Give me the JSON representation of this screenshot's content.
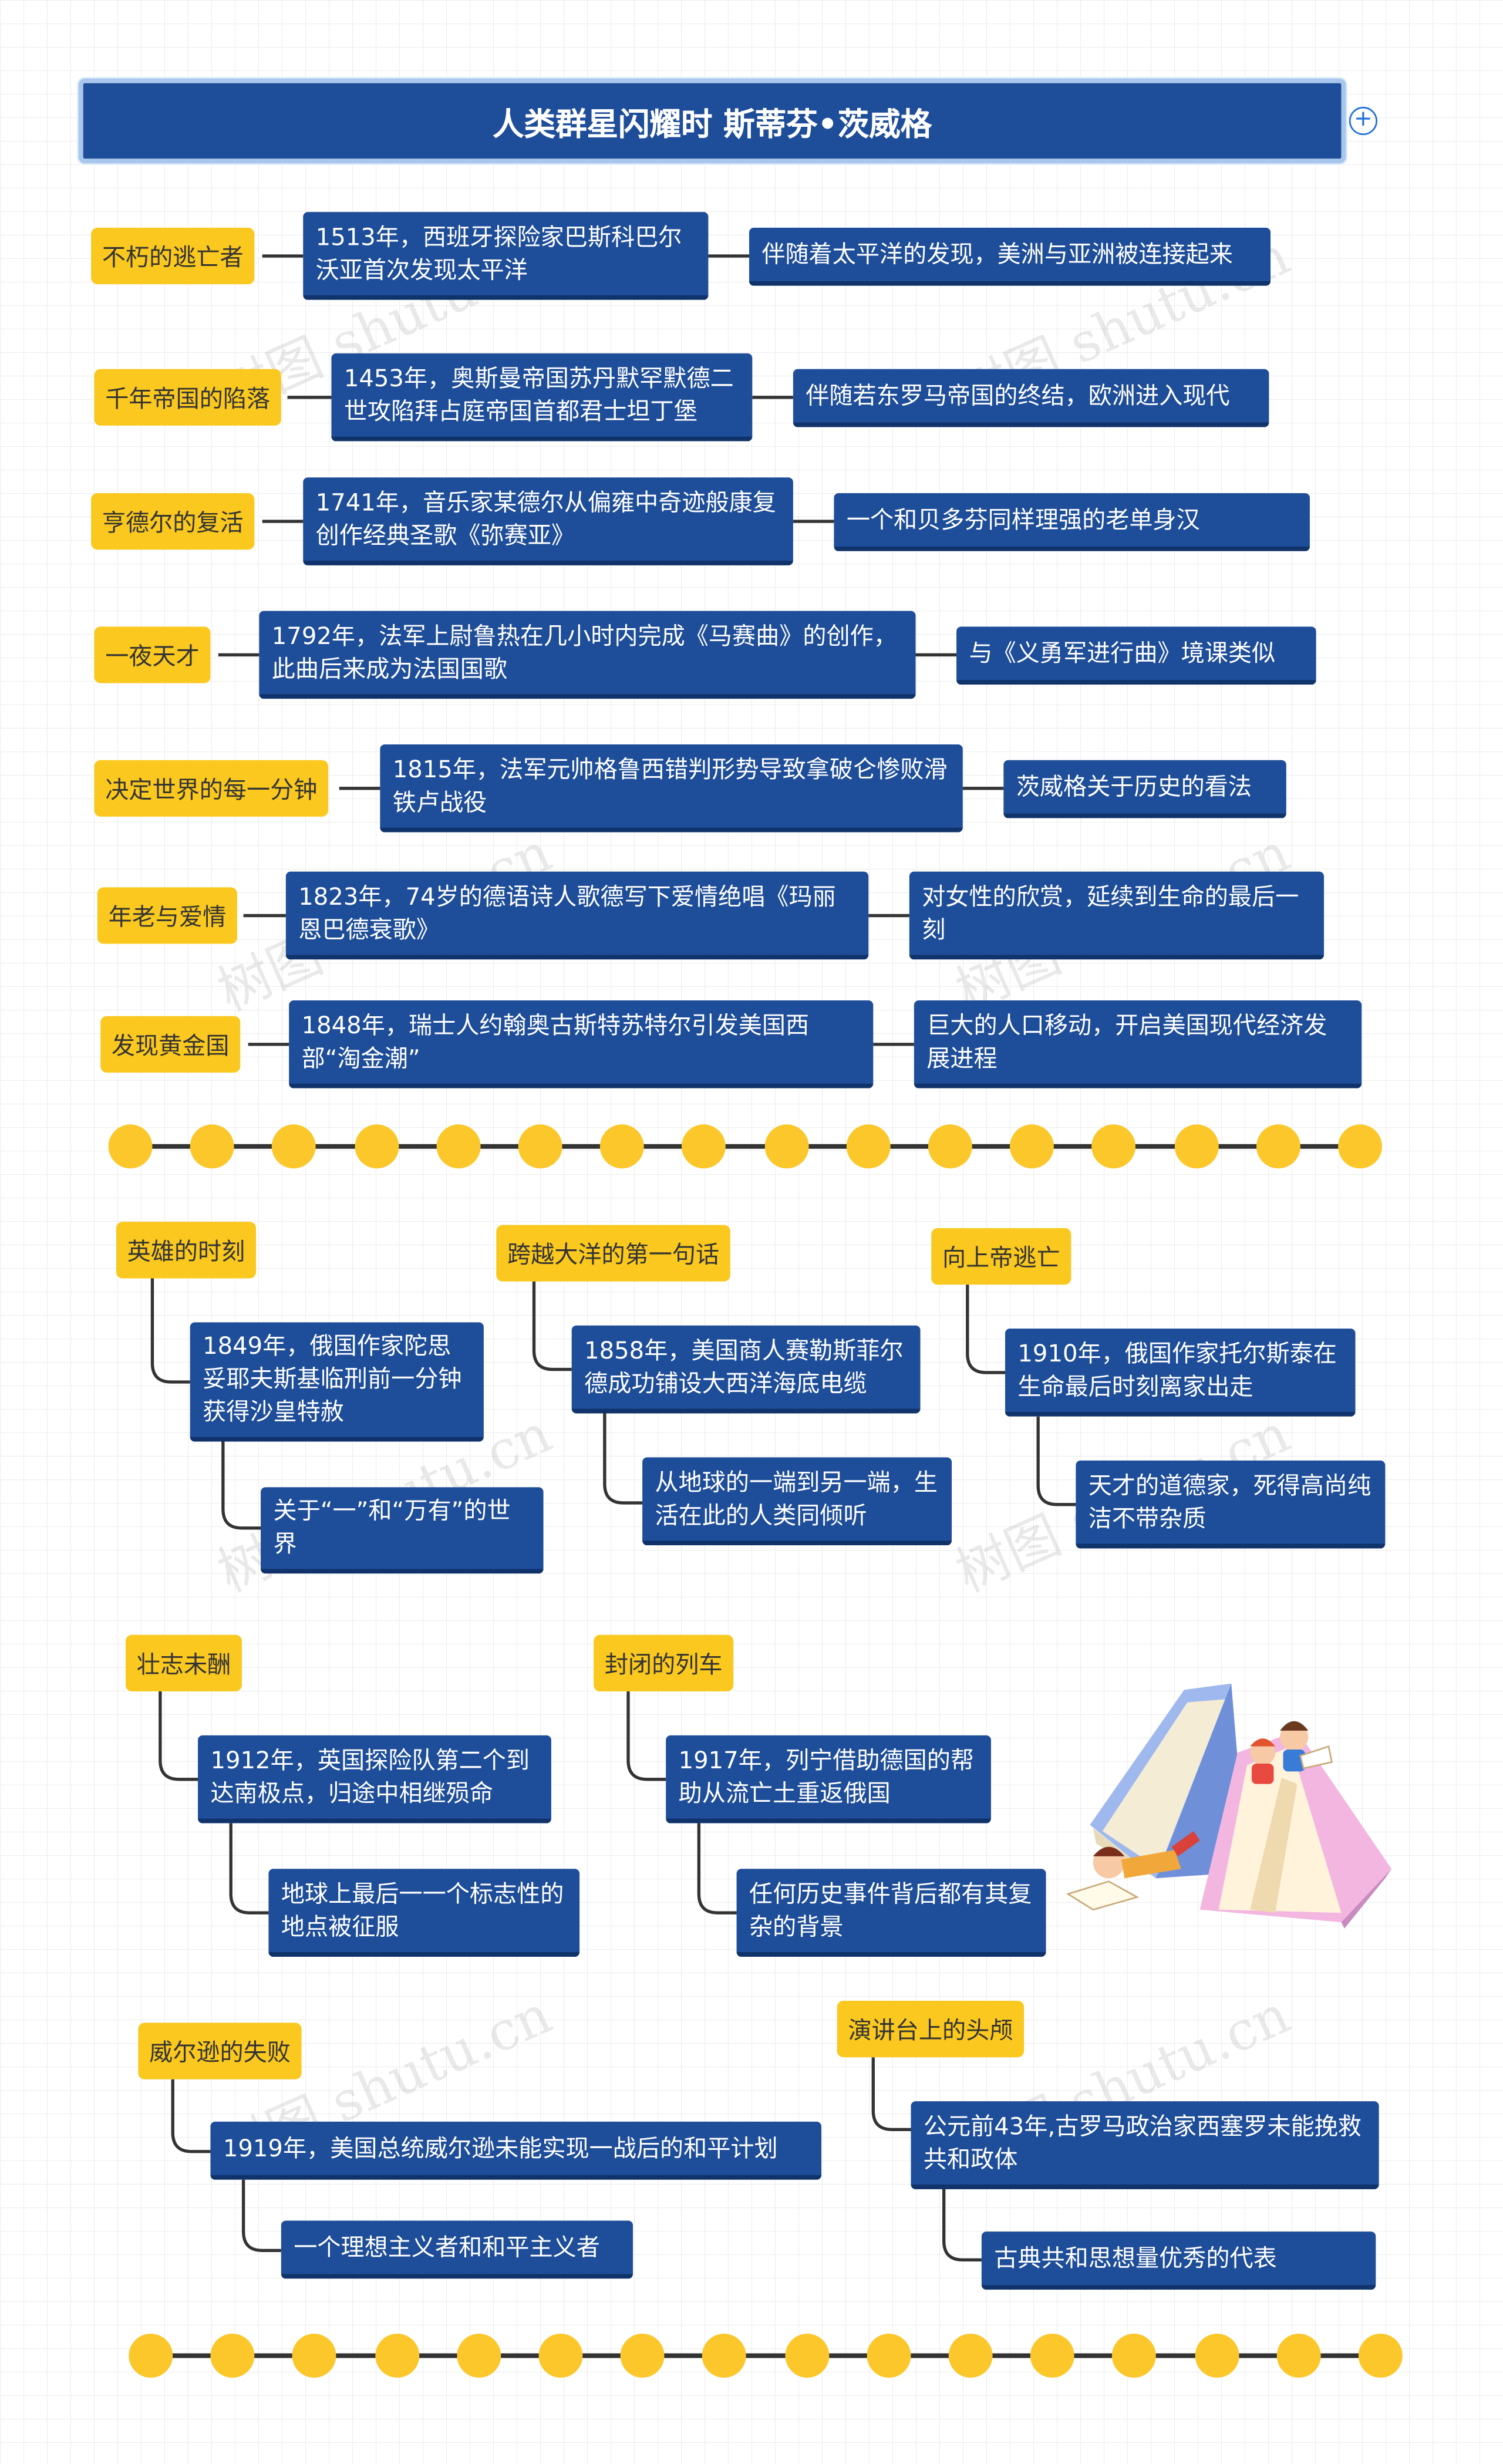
{
  "title": "人类群星闪耀时 斯蒂芬•茨威格",
  "top_rows": [
    {
      "topic": "不朽的逃亡者",
      "event": "1513年，西班牙探险家巴斯科巴尔沃亚首次发现太平洋",
      "note": "伴随着太平洋的发现，美洲与亚洲被连接起来"
    },
    {
      "topic": "千年帝国的陷落",
      "event": "1453年，奥斯曼帝国苏丹默罕默德二世攻陷拜占庭帝国首都君士坦丁堡",
      "note": "伴随若东罗马帝国的终结，欧洲进入现代"
    },
    {
      "topic": "亨德尔的复活",
      "event": "1741年，音乐家某德尔从偏雍中奇迹般康复创作经典圣歌《弥赛亚》",
      "note": "一个和贝多芬同样理强的老单身汉"
    },
    {
      "topic": "一夜天才",
      "event": "1792年，法军上尉鲁热在几小时内完成《马赛曲》的创作，此曲后来成为法国国歌",
      "note": "与《义勇军进行曲》境课类似"
    },
    {
      "topic": "决定世界的每一分钟",
      "event": "1815年，法军元帅格鲁西错判形势导致拿破仑惨败滑铁卢战役",
      "note": "茨威格关于历史的看法"
    },
    {
      "topic": "年老与爱情",
      "event": "1823年，74岁的德语诗人歌德写下爱情绝唱《玛丽恩巴德衰歌》",
      "note": "对女性的欣赏，延续到生命的最后一刻"
    },
    {
      "topic": "发现黄金国",
      "event": "1848年，瑞士人约翰奥古斯特苏特尔引发美国西部“淘金潮”",
      "note": "巨大的人口移动，开启美国现代经济发展进程"
    }
  ],
  "tree_groups": [
    {
      "topic": "英雄的时刻",
      "event": "1849年，俄国作家陀思妥耶夫斯基临刑前一分钟获得沙皇特赦",
      "note": "关于“一”和“万有”的世界"
    },
    {
      "topic": "跨越大洋的第一句话",
      "event": "1858年，美国商人赛勒斯菲尔德成功铺设大西洋海底电缆",
      "note": "从地球的一端到另一端，生活在此的人类同倾听"
    },
    {
      "topic": "向上帝逃亡",
      "event": "1910年，俄国作家托尔斯泰在生命最后时刻离家出走",
      "note": "天才的道德家，死得高尚纯洁不带杂质"
    },
    {
      "topic": "壮志未酬",
      "event": "1912年，英国探险队第二个到达南极点，归途中相继殒命",
      "note": "地球上最后一一个标志性的地点被征服"
    },
    {
      "topic": "封闭的列车",
      "event": "1917年，列宁借助德国的帮助从流亡土重返俄国",
      "note": "任何历史事件背后都有其复杂的背景"
    },
    {
      "topic": "威尔逊的失败",
      "event": "1919年，美国总统威尔逊未能实现一战后的和平计划",
      "note": "一个理想主义者和和平主义者"
    },
    {
      "topic": "演讲台上的头颅",
      "event": "公元前43年,古罗马政治家西塞罗未能挽救共和政体",
      "note": "古典共和思想量优秀的代表"
    }
  ],
  "colors": {
    "topic_fill": "#fac81e",
    "node_fill": "#1e4d99",
    "title_fill": "#1e4d99",
    "dot": "#fbc72b",
    "connector": "#333333"
  },
  "icons": {
    "expand": "plus-circle-icon",
    "illustration": "children-reading-books-illustration"
  },
  "watermark": "树图 shutu.cn"
}
